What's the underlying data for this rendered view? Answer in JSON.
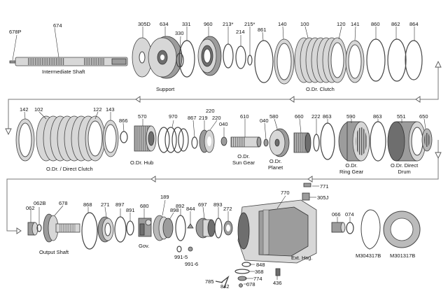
{
  "row1": {
    "part_numbers": {
      "p678p": "678P",
      "p674": "674",
      "p305d": "305D",
      "p634": "634",
      "p330": "330",
      "p331": "331",
      "p960": "960",
      "p213": "213*",
      "p214": "214",
      "p215": "215*",
      "p861": "861",
      "p140": "140",
      "p100": "100",
      "p120": "120",
      "p141": "141",
      "p860": "860",
      "p862": "862",
      "p864": "864"
    },
    "captions": {
      "intermediate_shaft": "Intermediate Shaft",
      "support": "Support",
      "od_clutch": "O.Dr. Clutch"
    }
  },
  "row2": {
    "part_numbers": {
      "p142": "142",
      "p102": "102",
      "p122": "122",
      "p143": "143",
      "p866": "866",
      "p570": "570",
      "p970": "970",
      "p867": "867",
      "p220a": "220",
      "p219": "219",
      "p220b": "220",
      "p040a": "040",
      "p610": "610",
      "p040b": "040",
      "p580": "580",
      "p660": "660",
      "p222": "222",
      "p863a": "863",
      "p590": "590",
      "p863b": "863",
      "p551": "551",
      "p650": "650"
    },
    "captions": {
      "od_direct_clutch": "O.Dr. / Direct Clutch",
      "od_hub": "O.Dr. Hub",
      "od_sun_gear": "O.Dr.\nSun Gear",
      "od_planet": "O.Dr.\nPlanet",
      "od_ring_gear": "O.Dr.\nRing Gear",
      "od_direct_drum": "O.Dr. Direct\nDrum"
    }
  },
  "row3": {
    "part_numbers": {
      "p062": "062",
      "p062b": "062B",
      "p678": "678",
      "p868": "868",
      "p271": "271",
      "p897": "897",
      "p891": "891",
      "p680": "680",
      "p189": "189",
      "p898": "898",
      "p892": "892",
      "p844": "844",
      "p697": "697",
      "p893": "893",
      "p272": "272",
      "p770": "770",
      "p771": "771",
      "p305j": "305J",
      "p066": "066",
      "p074": "074",
      "p991_5": "991-5",
      "p991_6": "991-6",
      "p848": "848",
      "p368": "368",
      "p774": "774",
      "p785": "785",
      "p842": "842",
      "p078": "078",
      "p436": "436",
      "pm304317b": "M304317B",
      "pm301317b": "M301317B"
    },
    "captions": {
      "output_shaft": "Output Shaft",
      "gov": "Gov.",
      "ext_hsg": "Ext. Hsg."
    }
  }
}
